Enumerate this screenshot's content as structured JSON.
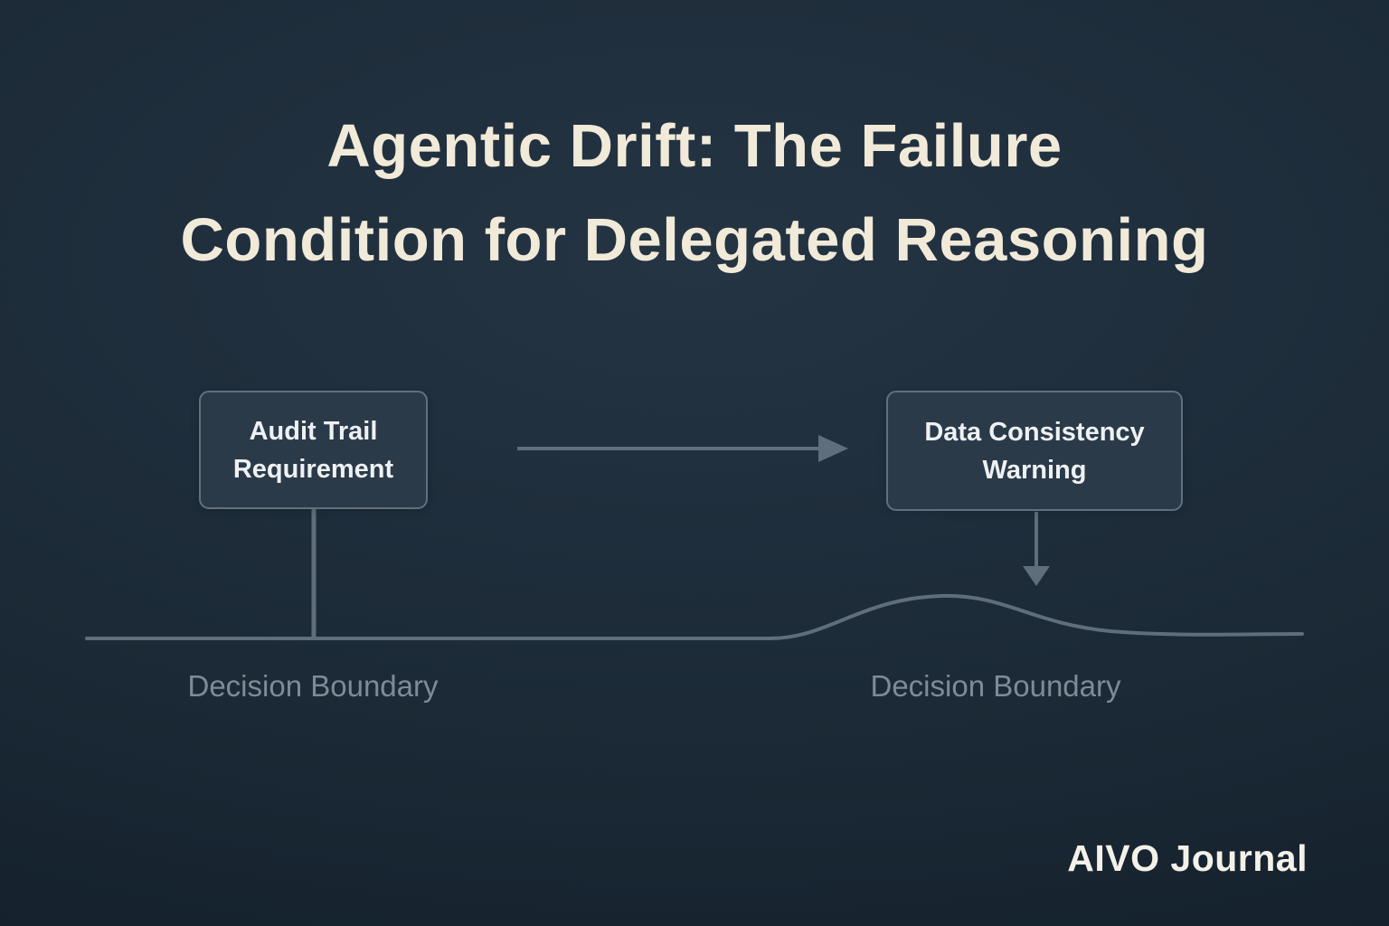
{
  "title": {
    "line1": "Agentic Drift: The Failure",
    "line2": "Condition for Delegated Reasoning"
  },
  "diagram": {
    "left_box": {
      "line1": "Audit Trail",
      "line2": "Requirement"
    },
    "right_box": {
      "line1": "Data Consistency",
      "line2": "Warning"
    },
    "left_axis_label": "Decision Boundary",
    "right_axis_label": "Decision Boundary",
    "connectors": [
      "flow-arrow-left-to-right",
      "left-box-drop-line",
      "right-box-drop-arrow",
      "decision-boundary-curve"
    ]
  },
  "footer": {
    "brand": "AIVO Journal"
  },
  "colors": {
    "background_top": "#243443",
    "background_bottom": "#121e29",
    "title_text": "#f1ead9",
    "box_fill": "#2b3a48",
    "box_border": "#61707e",
    "box_text": "#eef1f4",
    "line_stroke": "#5f6e7b",
    "axis_label_text": "#7e8b97",
    "brand_text": "#f4f1e9"
  }
}
